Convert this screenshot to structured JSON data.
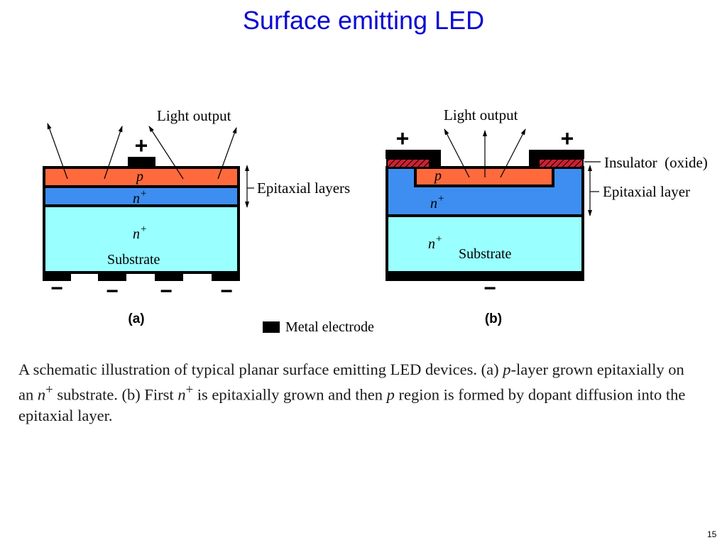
{
  "slide": {
    "title": "Surface emitting LED",
    "page_number": "15"
  },
  "figure_a": {
    "light_output": "Light output",
    "p_label": "p",
    "n_label": "n",
    "n_sup": "+",
    "sub_n_label": "n",
    "sub_n_sup": "+",
    "substrate_label": "Substrate",
    "epitaxial_label": "Epitaxial layers",
    "plus_sign": "+",
    "minus_sign": "−",
    "panel_label": "(a)"
  },
  "figure_b": {
    "light_output": "Light output",
    "insulator_label": "Insulator  (oxide)",
    "epitaxial_label": "Epitaxial layer",
    "p_label": "p",
    "n_label": "n",
    "n_sup": "+",
    "sub_n_label": "n",
    "sub_n_sup": "+",
    "substrate_label": "Substrate",
    "plus_sign": "+",
    "minus_sign": "−",
    "panel_label": "(b)"
  },
  "legend": {
    "metal_electrode": "Metal electrode"
  },
  "caption": {
    "part1": "A schematic illustration of typical planar surface emitting LED devices. (a) ",
    "p1": "p",
    "part2": "-layer grown epitaxially on an ",
    "n1": "n",
    "sup1": "+",
    "part3": " substrate. (b) First ",
    "n2": "n",
    "sup2": "+",
    "part4": " is epitaxially grown and then ",
    "p2": "p",
    "part5": " region is formed by dopant diffusion into the epitaxial layer."
  },
  "colors": {
    "title": "#0a0ad2",
    "p_layer": "#ff6a3d",
    "n_layer": "#3d8ef0",
    "substrate": "#99ffff",
    "metal": "#000000",
    "insulator": "#cc2233"
  }
}
